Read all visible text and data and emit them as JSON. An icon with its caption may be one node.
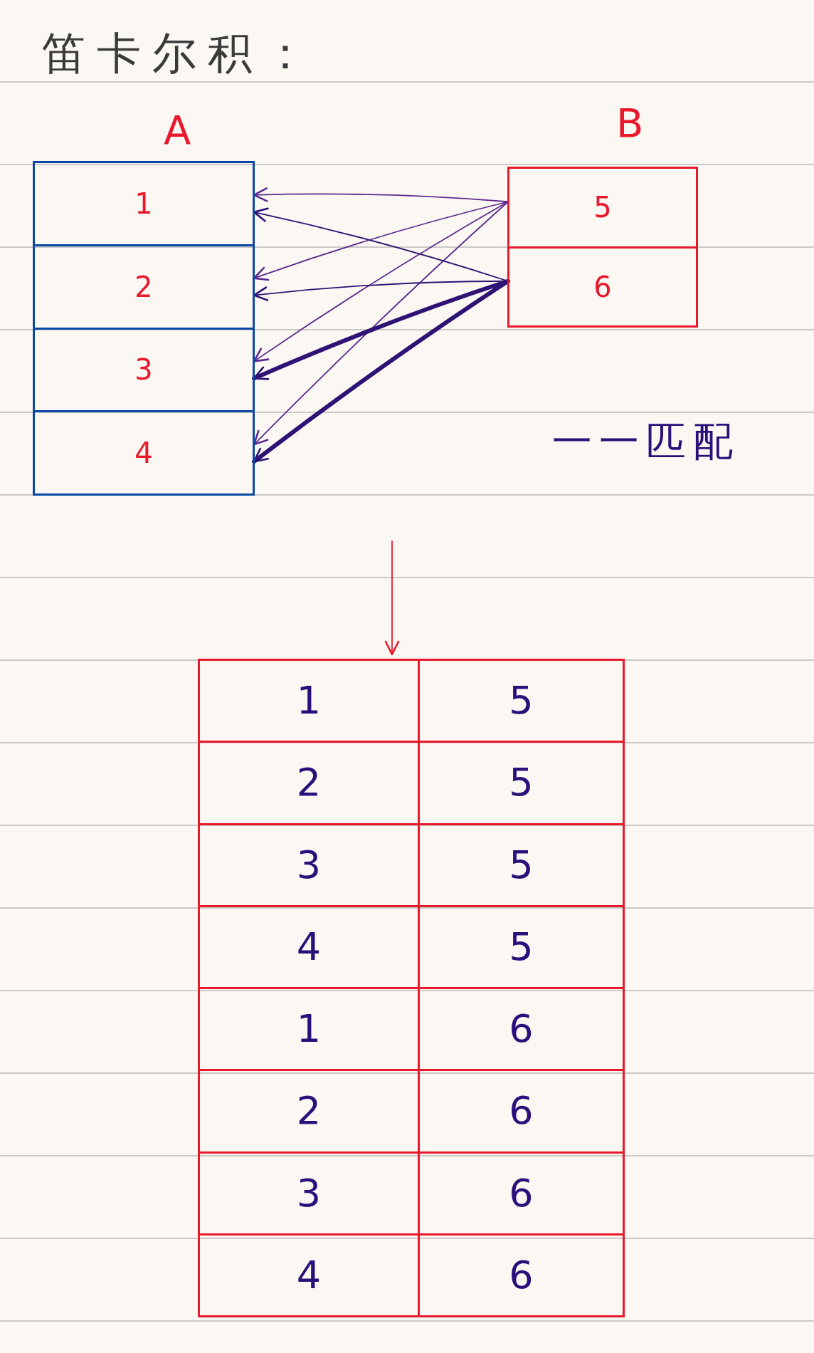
{
  "diagram": {
    "title": "笛卡尔积：",
    "nodes": [
      {
        "text": [
          "A"
        ]
      },
      {
        "text": [
          "1"
        ],
        "in": 0
      },
      {
        "text": [
          "2"
        ],
        "in": 0
      },
      {
        "text": [
          "3"
        ],
        "in": 0
      },
      {
        "text": [
          "4"
        ],
        "in": 0
      },
      {
        "text": [
          "B"
        ]
      },
      {
        "text": [
          "5"
        ],
        "in": 5
      },
      {
        "text": [
          "6"
        ],
        "in": 5
      },
      {
        "text": [],
        "shape": "box"
      },
      {
        "text": [
          "1"
        ],
        "in": 8
      },
      {
        "text": [
          "5"
        ],
        "in": 8
      },
      {
        "text": [
          "2"
        ],
        "in": 8
      },
      {
        "text": [
          "5"
        ],
        "in": 8
      },
      {
        "text": [
          "3"
        ],
        "in": 8
      },
      {
        "text": [
          "5"
        ],
        "in": 8
      },
      {
        "text": [
          "4"
        ],
        "in": 8
      },
      {
        "text": [
          "5"
        ],
        "in": 8
      },
      {
        "text": [
          "1"
        ],
        "in": 8
      },
      {
        "text": [
          "6"
        ],
        "in": 8
      },
      {
        "text": [
          "2"
        ],
        "in": 8
      },
      {
        "text": [
          "6"
        ],
        "in": 8
      },
      {
        "text": [
          "3"
        ],
        "in": 8
      },
      {
        "text": [
          "6"
        ],
        "in": 8
      },
      {
        "text": [
          "4"
        ],
        "in": 8
      },
      {
        "text": [
          "6"
        ],
        "in": 8
      }
    ],
    "edges": [
      {
        "from": 6,
        "to": 1,
        "arrow": "to"
      },
      {
        "from": 6,
        "to": 2,
        "arrow": "to"
      },
      {
        "from": 6,
        "to": 3,
        "arrow": "to"
      },
      {
        "from": 6,
        "to": 4,
        "arrow": "to"
      },
      {
        "from": 7,
        "to": 1,
        "arrow": "to",
        "color": "#2e1274"
      },
      {
        "from": 7,
        "to": 2,
        "arrow": "to",
        "color": "#2e1274"
      },
      {
        "from": 7,
        "to": 3,
        "arrow": "to",
        "color": "#2e1274",
        "style": "thick"
      },
      {
        "from": 7,
        "to": 4,
        "arrow": "to",
        "color": "#2e1274",
        "style": "thick"
      },
      {
        "from": null,
        "to": 8,
        "arrow": "to",
        "color": "#e8192c"
      }
    ],
    "labels": [
      "一一匹配"
    ]
  }
}
